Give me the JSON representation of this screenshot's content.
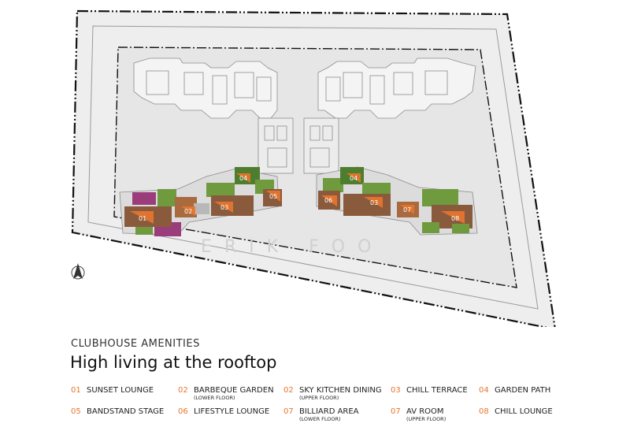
{
  "header": {
    "subtitle": "CLUBHOUSE AMENITIES",
    "title": "High living at the rooftop"
  },
  "watermark": "ERIK FOO",
  "colors": {
    "accent": "#e8762d",
    "roof": "#8a5a3c",
    "green": "#6f9a3d",
    "magenta": "#9c3d7b"
  },
  "zone_labels": [
    "01",
    "02",
    "03",
    "04",
    "05",
    "06",
    "03",
    "07",
    "08",
    "04"
  ],
  "legend": [
    {
      "num": "01",
      "label": "SUNSET LOUNGE",
      "note": ""
    },
    {
      "num": "02",
      "label": "BARBEQUE GARDEN",
      "note": "(LOWER FLOOR)"
    },
    {
      "num": "02",
      "label": "SKY KITCHEN DINING",
      "note": "(UPPER FLOOR)"
    },
    {
      "num": "03",
      "label": "CHILL TERRACE",
      "note": ""
    },
    {
      "num": "04",
      "label": "GARDEN PATH",
      "note": ""
    },
    {
      "num": "05",
      "label": "BANDSTAND STAGE",
      "note": ""
    },
    {
      "num": "06",
      "label": "LIFESTYLE LOUNGE",
      "note": ""
    },
    {
      "num": "07",
      "label": "BILLIARD AREA",
      "note": "(LOWER FLOOR)"
    },
    {
      "num": "07",
      "label": "AV ROOM",
      "note": "(UPPER FLOOR)"
    },
    {
      "num": "08",
      "label": "CHILL LOUNGE",
      "note": ""
    }
  ]
}
